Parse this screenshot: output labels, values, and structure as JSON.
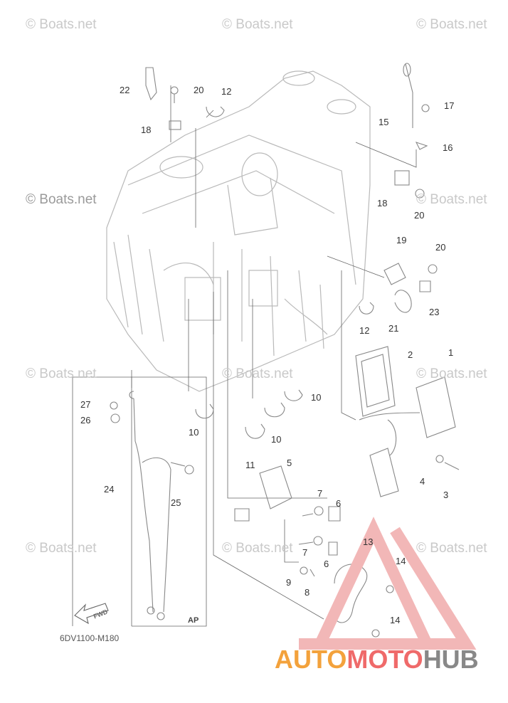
{
  "watermark": "© Boats.net",
  "diagram_code": "6DV1100-M180",
  "fwd_label": "FWD",
  "ap_label": "AP",
  "logo": {
    "part1": "AUTO",
    "part2": "MOTO",
    "part3": "HUB"
  },
  "part_numbers": [
    "1",
    "2",
    "3",
    "4",
    "5",
    "6",
    "7",
    "8",
    "9",
    "10",
    "11",
    "12",
    "13",
    "14",
    "15",
    "16",
    "17",
    "18",
    "19",
    "20",
    "21",
    "22",
    "23",
    "24",
    "25",
    "26",
    "27"
  ],
  "callouts": [
    {
      "id": "c22a",
      "label": "22"
    },
    {
      "id": "c20a",
      "label": "20"
    },
    {
      "id": "c12a",
      "label": "12"
    },
    {
      "id": "c18a",
      "label": "18"
    },
    {
      "id": "c17",
      "label": "17"
    },
    {
      "id": "c15",
      "label": "15"
    },
    {
      "id": "c16",
      "label": "16"
    },
    {
      "id": "c18b",
      "label": "18"
    },
    {
      "id": "c20b",
      "label": "20"
    },
    {
      "id": "c19",
      "label": "19"
    },
    {
      "id": "c20c",
      "label": "20"
    },
    {
      "id": "c23",
      "label": "23"
    },
    {
      "id": "c12b",
      "label": "12"
    },
    {
      "id": "c21",
      "label": "21"
    },
    {
      "id": "c1",
      "label": "1"
    },
    {
      "id": "c2",
      "label": "2"
    },
    {
      "id": "c10a",
      "label": "10"
    },
    {
      "id": "c10b",
      "label": "10"
    },
    {
      "id": "c10c",
      "label": "10"
    },
    {
      "id": "c11",
      "label": "11"
    },
    {
      "id": "c4",
      "label": "4"
    },
    {
      "id": "c3",
      "label": "3"
    },
    {
      "id": "c5",
      "label": "5"
    },
    {
      "id": "c7a",
      "label": "7"
    },
    {
      "id": "c6a",
      "label": "6"
    },
    {
      "id": "c7b",
      "label": "7"
    },
    {
      "id": "c6b",
      "label": "6"
    },
    {
      "id": "c9",
      "label": "9"
    },
    {
      "id": "c8",
      "label": "8"
    },
    {
      "id": "c13",
      "label": "13"
    },
    {
      "id": "c14a",
      "label": "14"
    },
    {
      "id": "c14b",
      "label": "14"
    },
    {
      "id": "c27",
      "label": "27"
    },
    {
      "id": "c26",
      "label": "26"
    },
    {
      "id": "c24",
      "label": "24"
    },
    {
      "id": "c25",
      "label": "25"
    }
  ]
}
